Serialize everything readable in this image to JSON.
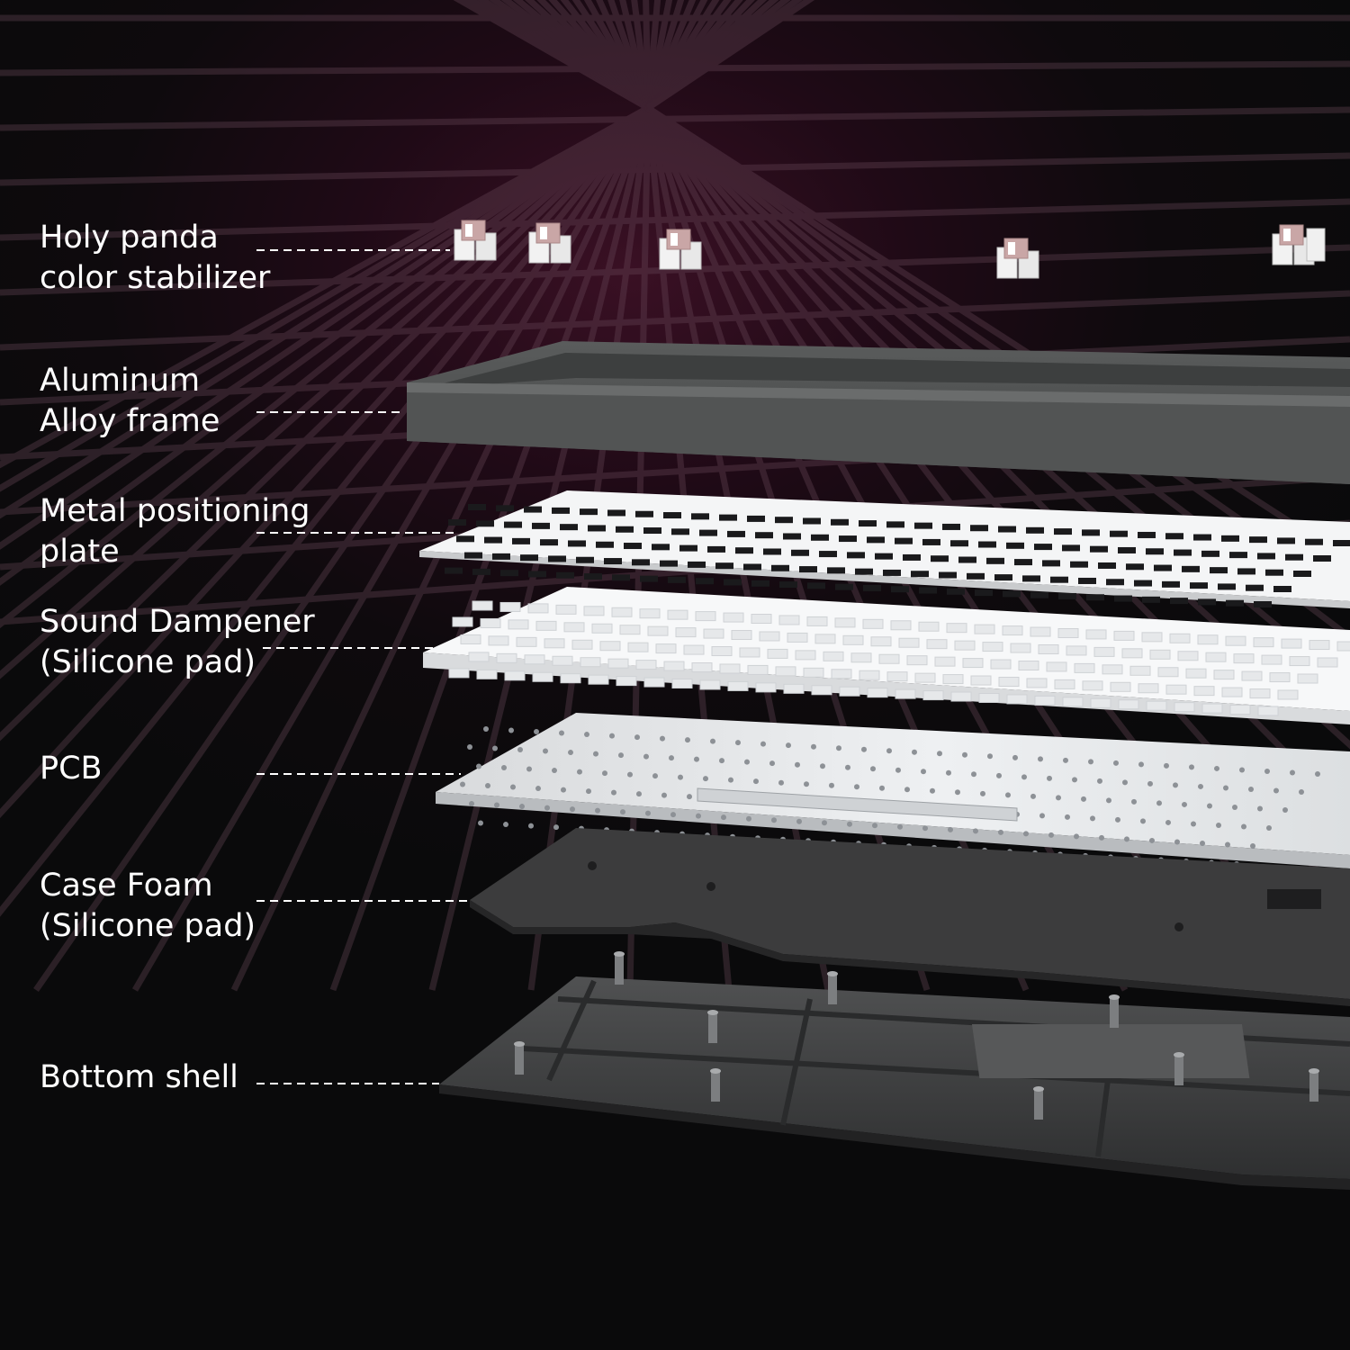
{
  "labels": [
    {
      "line1": "Holy panda",
      "line2": "color stabilizer"
    },
    {
      "line1": "Aluminum",
      "line2": "Alloy frame"
    },
    {
      "line1": "Metal positioning",
      "line2": "plate"
    },
    {
      "line1": "Sound Dampener",
      "line2": "(Silicone pad)"
    },
    {
      "line1": "PCB",
      "line2": ""
    },
    {
      "line1": "Case Foam",
      "line2": "(Silicone pad)"
    },
    {
      "line1": "Bottom shell",
      "line2": ""
    }
  ],
  "colors": {
    "background": "#0a0a0b",
    "glow": "#3a1024",
    "frame": "#4e5050",
    "plate": "#f4f5f6",
    "pcb": "#e6e8ea",
    "foam": "#3a3a3b",
    "shell": "#3f3f40",
    "label_text": "#ffffff"
  },
  "icons": [
    "stabilizer-icon"
  ]
}
